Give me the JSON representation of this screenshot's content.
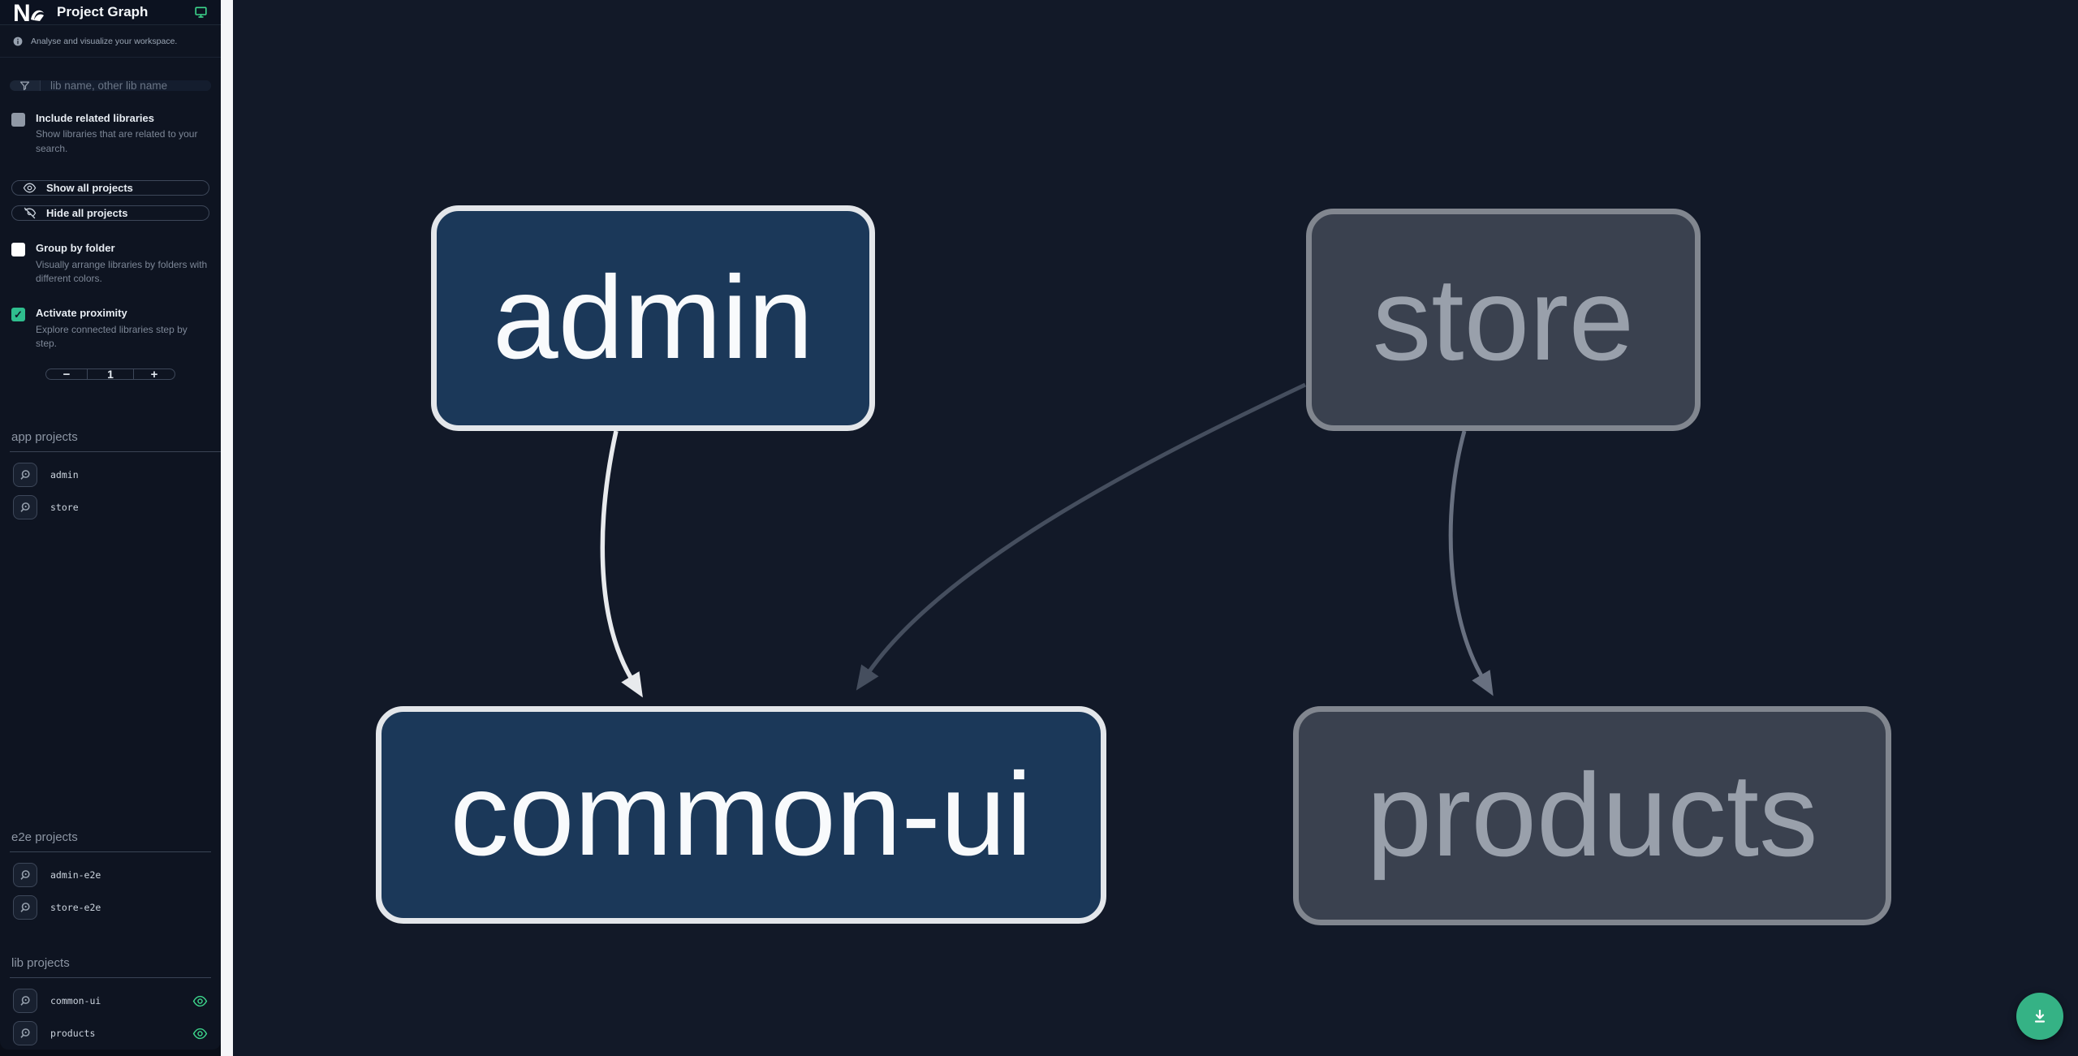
{
  "colors": {
    "accent_green": "#3dd68c",
    "download_green": "#35b285",
    "checkbox_green": "#2fbe8e",
    "node_blue_fill": "#1b3859",
    "node_blue_border": "#e3e6ea",
    "node_gray_fill": "#3a414f",
    "node_gray_border": "#81868f",
    "edge_light": "#e8eaed",
    "edge_dark": "#454e5e",
    "edge_mid": "#687080",
    "canvas_bg": "#121928",
    "sidebar_bg": "#0e1421"
  },
  "header": {
    "title": "Project Graph"
  },
  "sidebar": {
    "tagline": "Analyse and visualize your workspace.",
    "search": {
      "placeholder": "lib name, other lib name"
    },
    "include_related": {
      "label": "Include related libraries",
      "desc": "Show libraries that are related to your search.",
      "checked": false
    },
    "show_all_label": "Show all projects",
    "hide_all_label": "Hide all projects",
    "group_by_folder": {
      "label": "Group by folder",
      "desc": "Visually arrange libraries by folders with different colors.",
      "checked": false
    },
    "proximity": {
      "label": "Activate proximity",
      "desc": "Explore connected libraries step by step.",
      "checked": true,
      "value": "1",
      "decrement_label": "−",
      "increment_label": "+"
    },
    "sections": [
      {
        "title": "app projects",
        "items": [
          {
            "name": "admin",
            "visible": true
          },
          {
            "name": "store",
            "visible": true
          }
        ]
      },
      {
        "title": "e2e projects",
        "items": [
          {
            "name": "admin-e2e",
            "visible": false
          },
          {
            "name": "store-e2e",
            "visible": false
          }
        ]
      },
      {
        "title": "lib projects",
        "items": [
          {
            "name": "common-ui",
            "visible": true
          },
          {
            "name": "products",
            "visible": true
          }
        ]
      }
    ]
  },
  "graph": {
    "nodes": [
      {
        "id": "admin",
        "label": "admin",
        "style": "focused-blue"
      },
      {
        "id": "store",
        "label": "store",
        "style": "gray"
      },
      {
        "id": "common-ui",
        "label": "common-ui",
        "style": "focused-blue"
      },
      {
        "id": "products",
        "label": "products",
        "style": "gray"
      }
    ],
    "edges": [
      {
        "source": "admin",
        "target": "common-ui",
        "style": "light"
      },
      {
        "source": "store",
        "target": "common-ui",
        "style": "dark"
      },
      {
        "source": "store",
        "target": "products",
        "style": "mid"
      }
    ]
  }
}
